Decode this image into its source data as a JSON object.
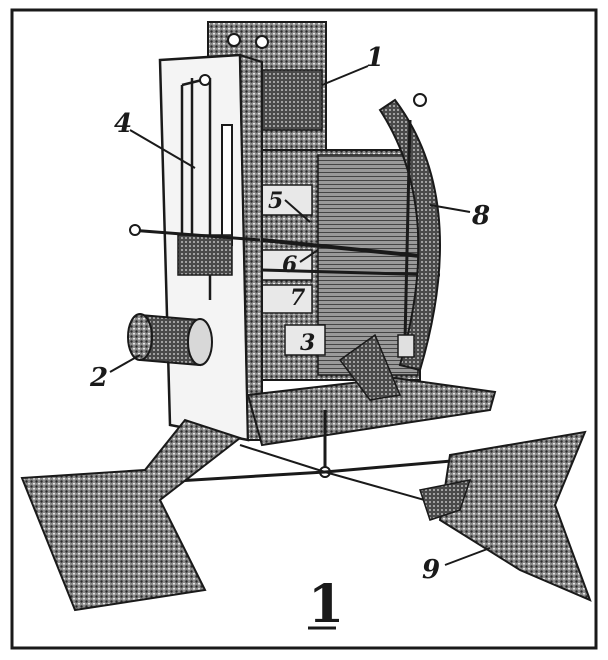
{
  "figure": {
    "number": "1",
    "callouts": {
      "c1": "1",
      "c2": "2",
      "c4": "4",
      "c5": "5",
      "c6": "6",
      "c7": "7",
      "c8": "8",
      "c9": "9",
      "c3": "3"
    }
  },
  "colors": {
    "ink": "#1a1a1a",
    "paper": "#ffffff"
  }
}
